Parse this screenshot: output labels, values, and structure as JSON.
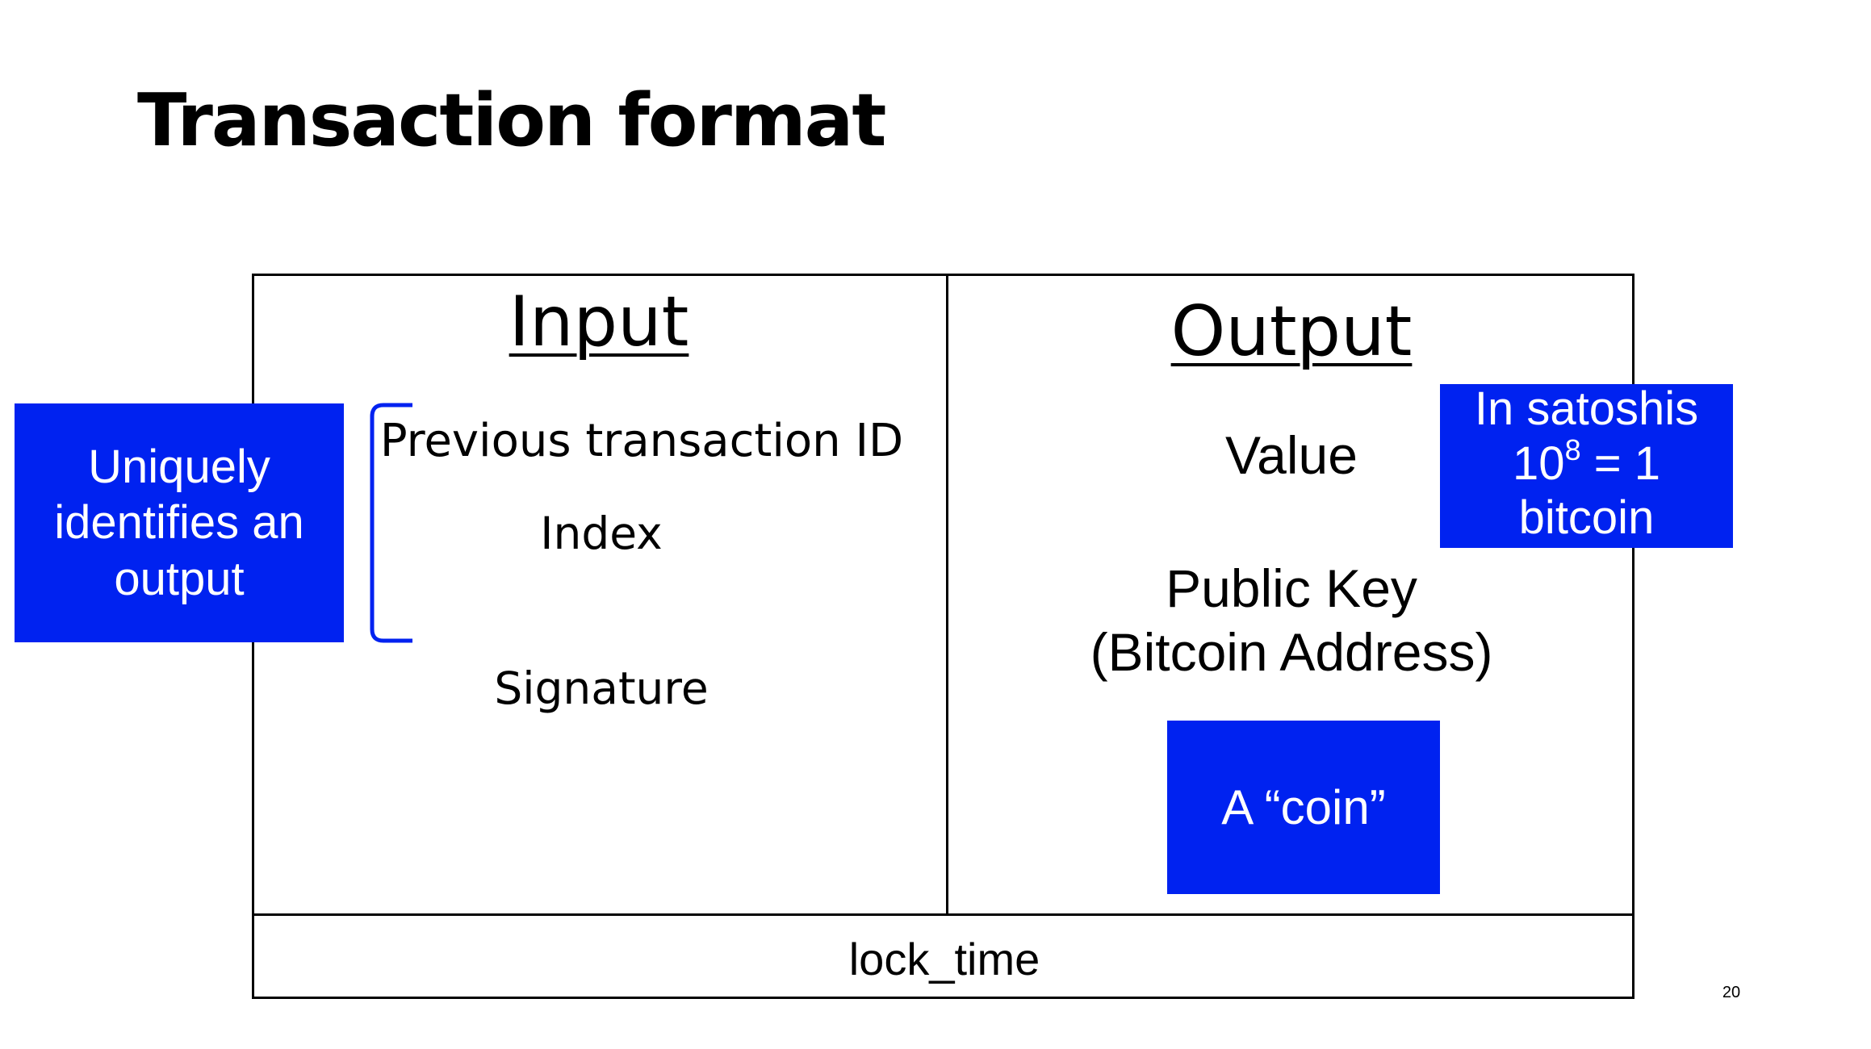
{
  "slide": {
    "title": "Transaction format",
    "page_number": "20"
  },
  "diagram": {
    "input": {
      "heading": "Input",
      "fields": {
        "previous_tx_id": "Previous transaction ID",
        "index": "Index",
        "signature": "Signature"
      }
    },
    "output": {
      "heading": "Output",
      "fields": {
        "value": "Value",
        "public_key_line1": "Public Key",
        "public_key_line2": "(Bitcoin Address)"
      }
    },
    "footer": {
      "lock_time": "lock_time"
    }
  },
  "callouts": {
    "outpoint": {
      "line1": "Uniquely",
      "line2": "identifies an",
      "line3": "output"
    },
    "satoshis": {
      "line1": "In satoshis",
      "line2_base": "10",
      "line2_exponent": "8",
      "line2_rest": " = 1",
      "line3": "bitcoin"
    },
    "coin": {
      "text": "A “coin”"
    }
  },
  "colors": {
    "callout_fill": "#0022f0",
    "callout_text": "#ffffff",
    "bracket": "#0022f0",
    "lines": "#000000"
  }
}
